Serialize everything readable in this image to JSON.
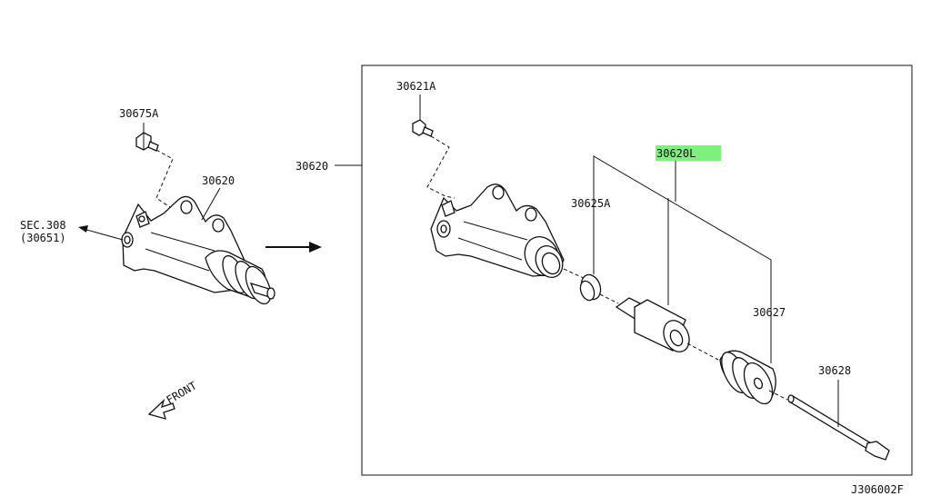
{
  "labels": {
    "part_30675a": "30675A",
    "part_30620_left": "30620",
    "sec_ref": "SEC.308",
    "sec_ref_sub": "(30651)",
    "front": "FRONT",
    "part_30620_box": "30620",
    "part_30621a": "30621A",
    "part_30620l": "30620L",
    "part_30625a": "30625A",
    "part_30627": "30627",
    "part_30628": "30628",
    "diagram_code": "J306002F"
  },
  "colors": {
    "highlight": "#7ef07e",
    "line": "#111111"
  }
}
